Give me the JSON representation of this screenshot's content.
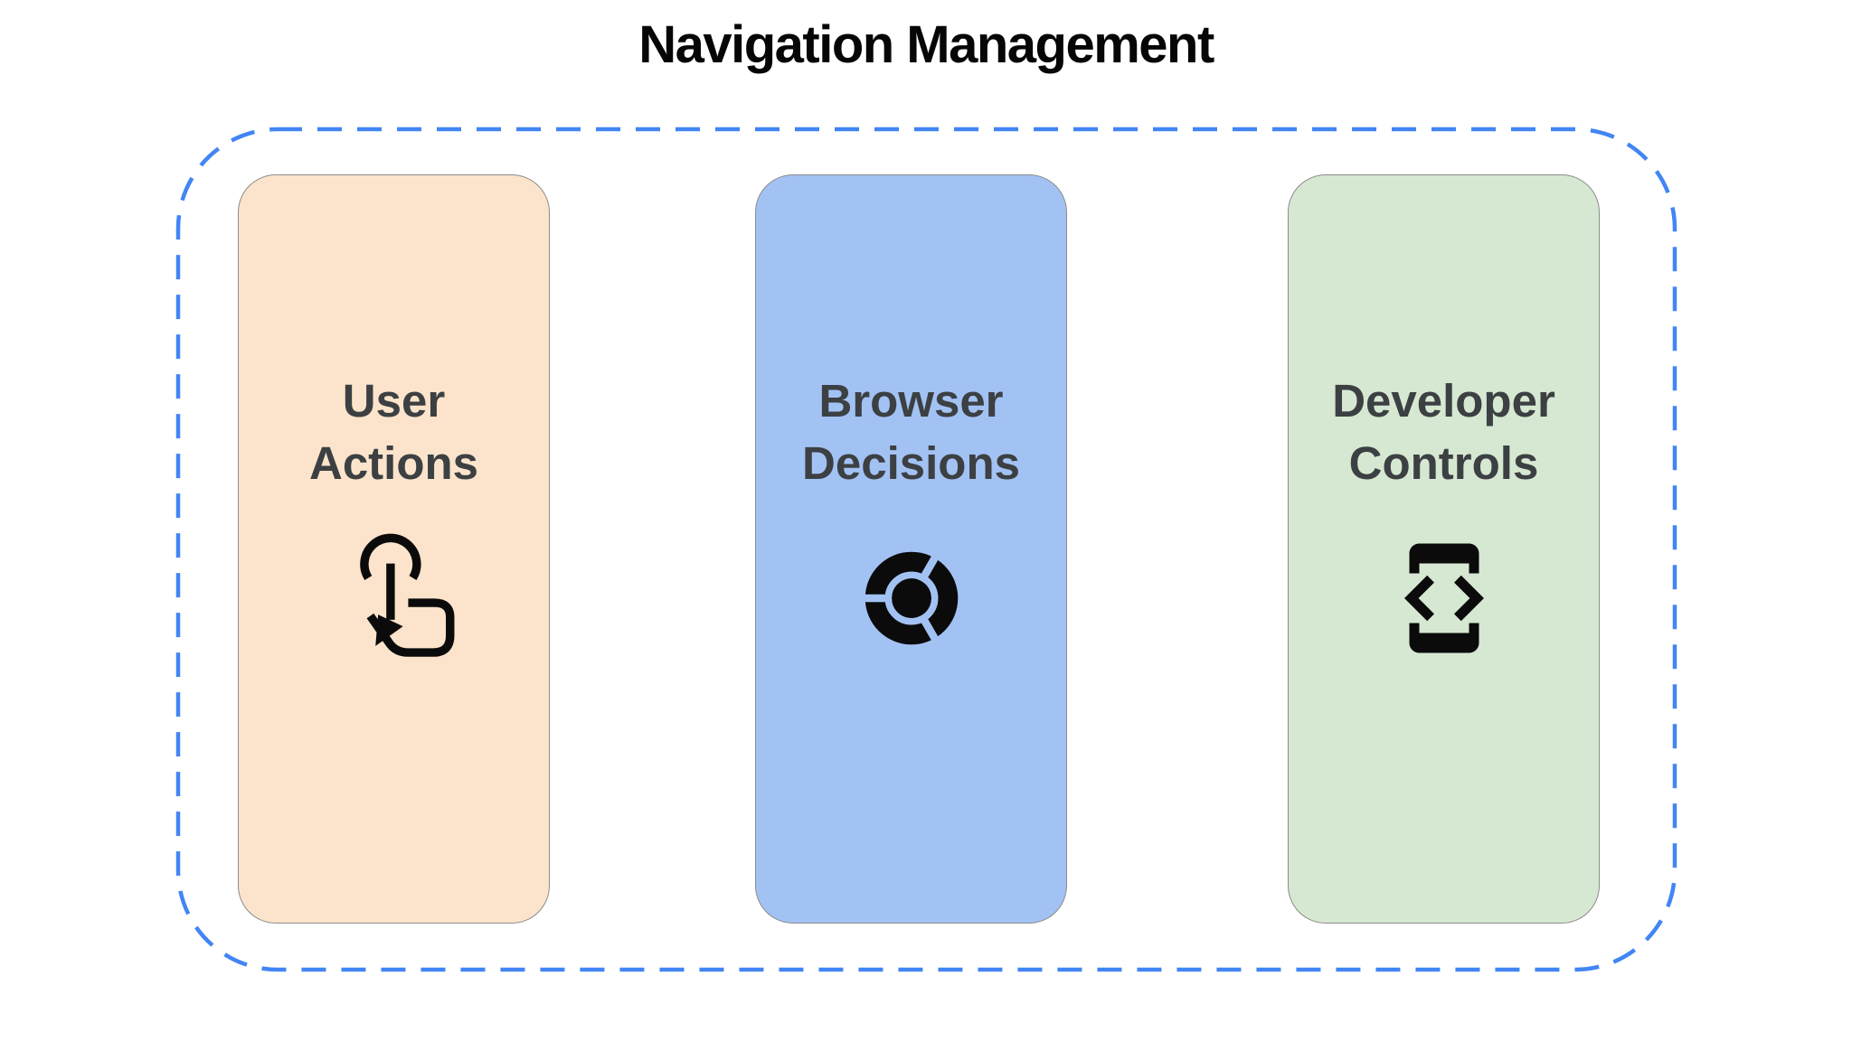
{
  "diagram": {
    "title": "Navigation Management",
    "group": {
      "name": "navigation-management-group",
      "border_color": "#4285F4",
      "border_style": "dashed"
    },
    "cards": [
      {
        "label": "User Actions",
        "icon": "swipe-down-touch-icon",
        "bg": "#FBE4CB"
      },
      {
        "label": "Browser Decisions",
        "icon": "chrome-browser-icon",
        "bg": "#A3C2F4"
      },
      {
        "label": "Developer Controls",
        "icon": "developer-mode-code-icon",
        "bg": "#D6E8D1"
      }
    ],
    "colors": {
      "page_background": "#FFFFFF",
      "title_text": "#060606",
      "label_text": "#3C4043",
      "icon": "#0B0B0B",
      "card_outline": "#8C8C8C",
      "group_border": "#4285F4"
    }
  }
}
